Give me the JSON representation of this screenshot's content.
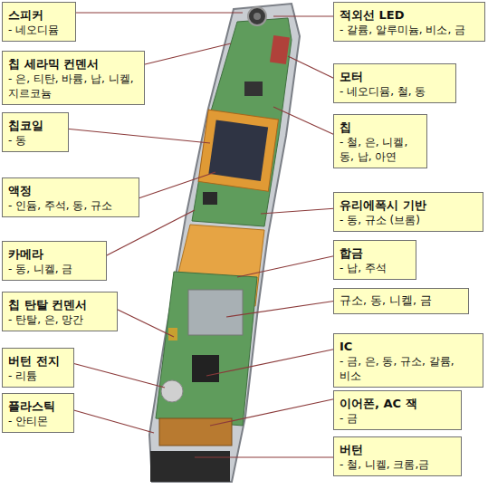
{
  "diagram": {
    "nodes": [
      {
        "text": [
          "스피커",
          "- 네오디뮴"
        ]
      },
      {
        "text": [
          "적외선 LED",
          "- 갈륨, 알루미늄, 비소, 금"
        ]
      },
      {
        "text": [
          "칩 세라믹 컨덴서",
          "- 은, 티탄, 바륨, 납, 니켈, 지르코늄"
        ]
      },
      {
        "text": [
          "모터",
          "- 네오디뮴, 철, 동"
        ]
      },
      {
        "text": [
          "칩코일",
          "- 동"
        ]
      },
      {
        "text": [
          "칩",
          "- 철, 은, 니켈, 동, 납, 아연"
        ]
      },
      {
        "text": [
          "액정",
          "- 인듐, 주석, 동, 규소"
        ]
      },
      {
        "text": [
          "유리에폭시 기반",
          "- 동, 규소 (브롬)"
        ]
      },
      {
        "text": [
          "카메라",
          "- 동, 니켈, 금"
        ]
      },
      {
        "text": [
          "합금",
          "- 납, 주석"
        ]
      },
      {
        "text": [
          "칩 탄탈 컨덴서",
          "- 탄탈, 은, 망간"
        ]
      },
      {
        "text": [
          "규소, 동, 니켈, 금"
        ]
      },
      {
        "text": [
          "버턴 전지",
          "- 리튬"
        ]
      },
      {
        "text": [
          "IC",
          "- 금, 은, 동, 규소, 갈륨, 비소"
        ]
      },
      {
        "text": [
          "플라스틱",
          "- 안티몬"
        ]
      },
      {
        "text": [
          "이어폰, AC 잭",
          "- 금"
        ]
      },
      {
        "text": [
          "버턴",
          "- 철, 니켈, 크롬,금"
        ]
      }
    ]
  }
}
